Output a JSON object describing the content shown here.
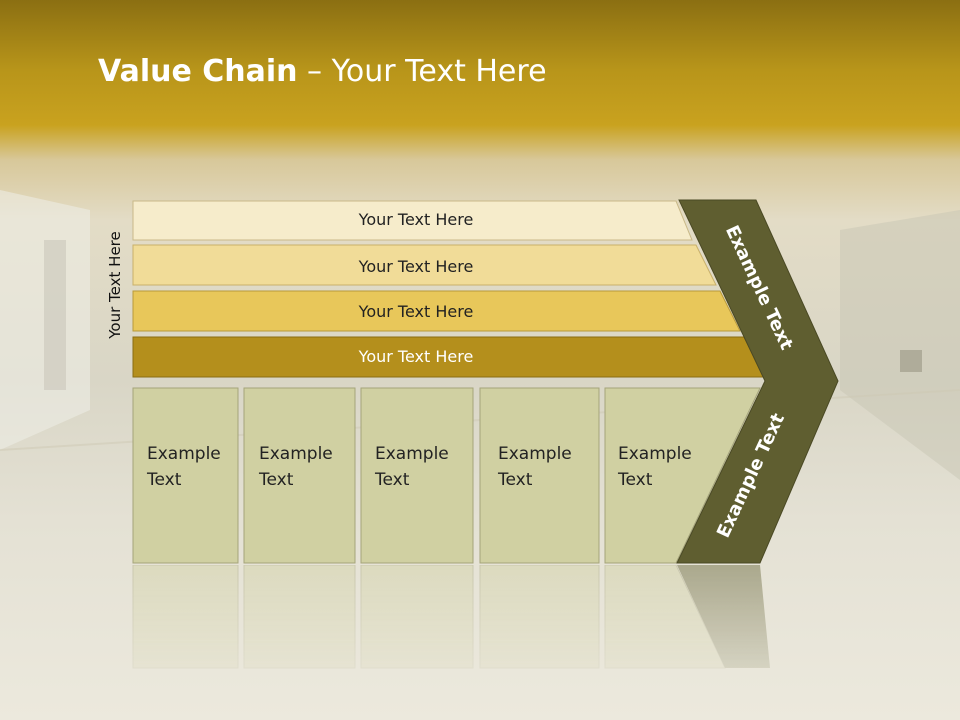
{
  "title": {
    "bold": "Value Chain",
    "rest": " – Your Text Here"
  },
  "side_label": "Your Text Here",
  "rows": [
    "Your Text Here",
    "Your Text Here",
    "Your Text Here",
    "Your Text Here"
  ],
  "boxes": [
    "Example\nText",
    "Example\nText",
    "Example\nText",
    "Example\nText",
    "Example\nText"
  ],
  "chevron_upper": "Example Text",
  "chevron_lower": "Example Text",
  "colors": {
    "row1": "#f6eccb",
    "row2": "#f1dc98",
    "row3": "#e8c75a",
    "row4": "#b48f1c",
    "box": "#d0d0a2",
    "chevron": "#5f5e30"
  }
}
